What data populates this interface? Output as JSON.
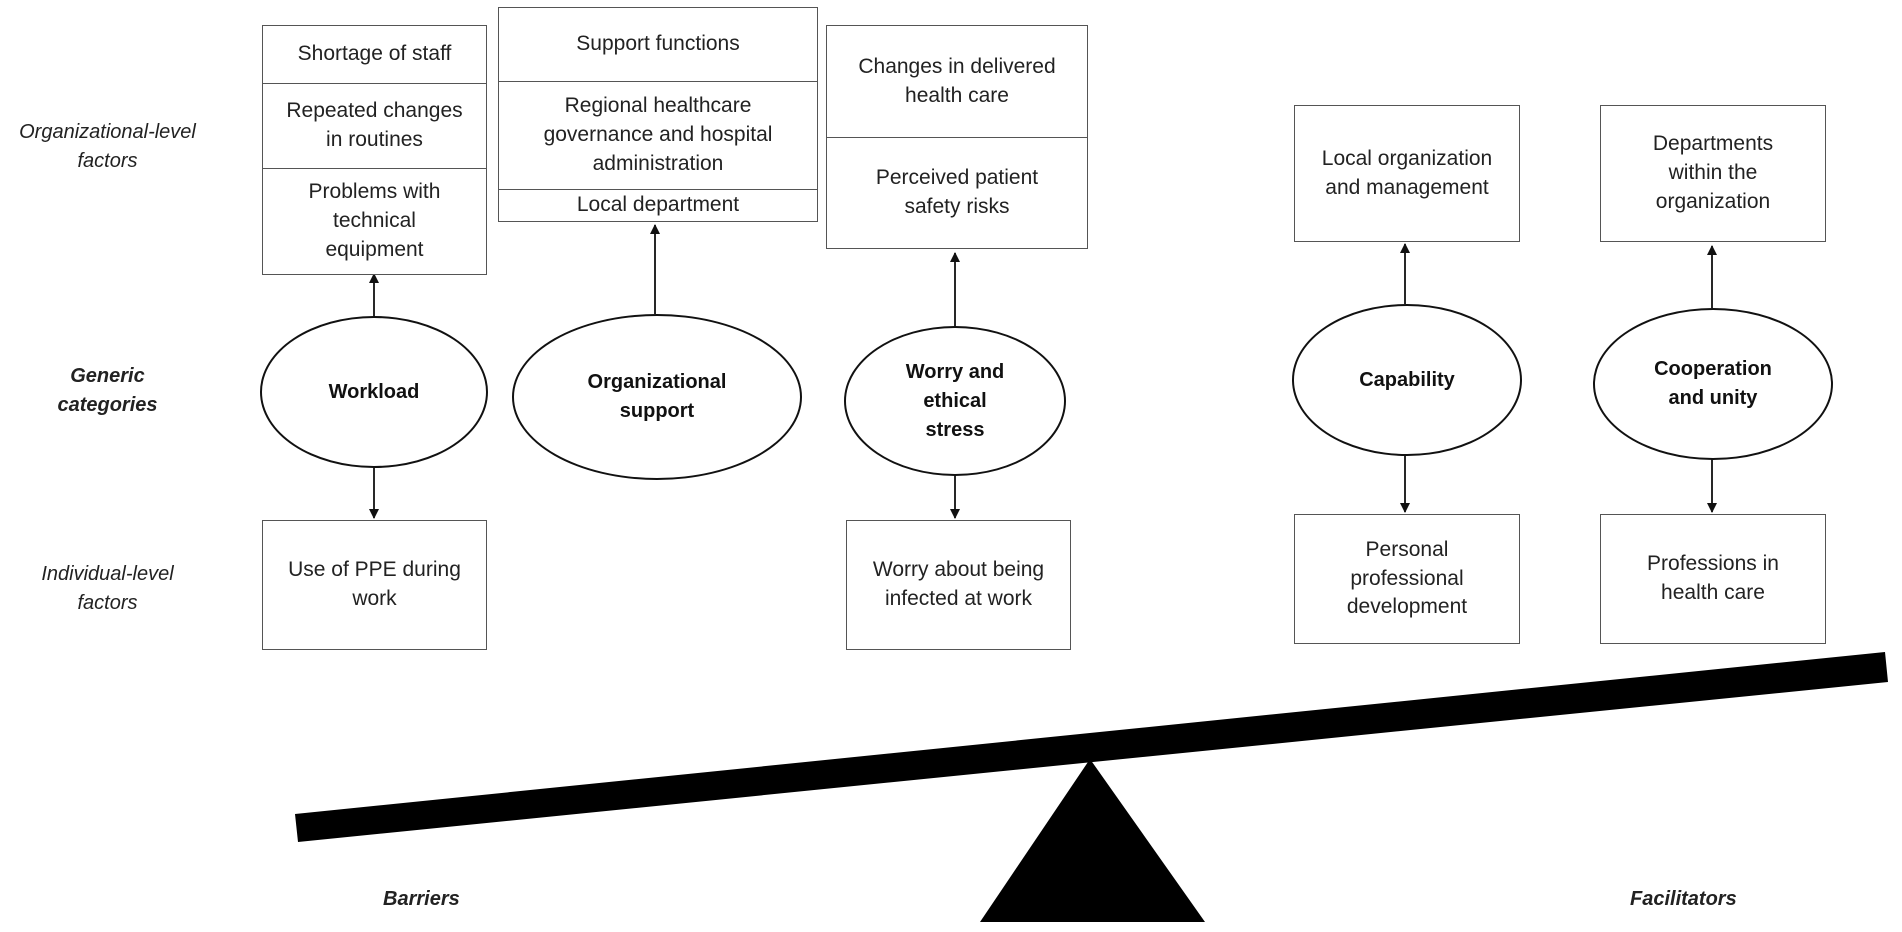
{
  "row_labels": {
    "organizational": "Organizational-level\nfactors",
    "generic": "Generic\ncategories",
    "individual": "Individual-level\nfactors"
  },
  "barriers": {
    "label": "Barriers",
    "workload": {
      "category": "Workload",
      "organizational": [
        "Shortage of staff",
        "Repeated changes\nin routines",
        "Problems with\ntechnical\nequipment"
      ],
      "individual": "Use of PPE during\nwork"
    },
    "organizational_support": {
      "category": "Organizational\nsupport",
      "organizational": [
        "Support functions",
        "Regional healthcare\ngovernance and hospital\nadministration",
        "Local department"
      ]
    },
    "worry": {
      "category": "Worry and\nethical\nstress",
      "organizational": [
        "Changes in delivered\nhealth care",
        "Perceived patient\nsafety risks"
      ],
      "individual": "Worry about being\ninfected at work"
    }
  },
  "facilitators": {
    "label": "Facilitators",
    "capability": {
      "category": "Capability",
      "organizational": "Local organization\nand management",
      "individual": "Personal\nprofessional\ndevelopment"
    },
    "cooperation": {
      "category": "Cooperation\nand unity",
      "organizational": "Departments\nwithin the\norganization",
      "individual": "Professions in\nhealth care"
    }
  },
  "colors": {
    "box_border": "#555555",
    "oval_border": "#111111",
    "seesaw": "#000000",
    "background": "#ffffff"
  }
}
